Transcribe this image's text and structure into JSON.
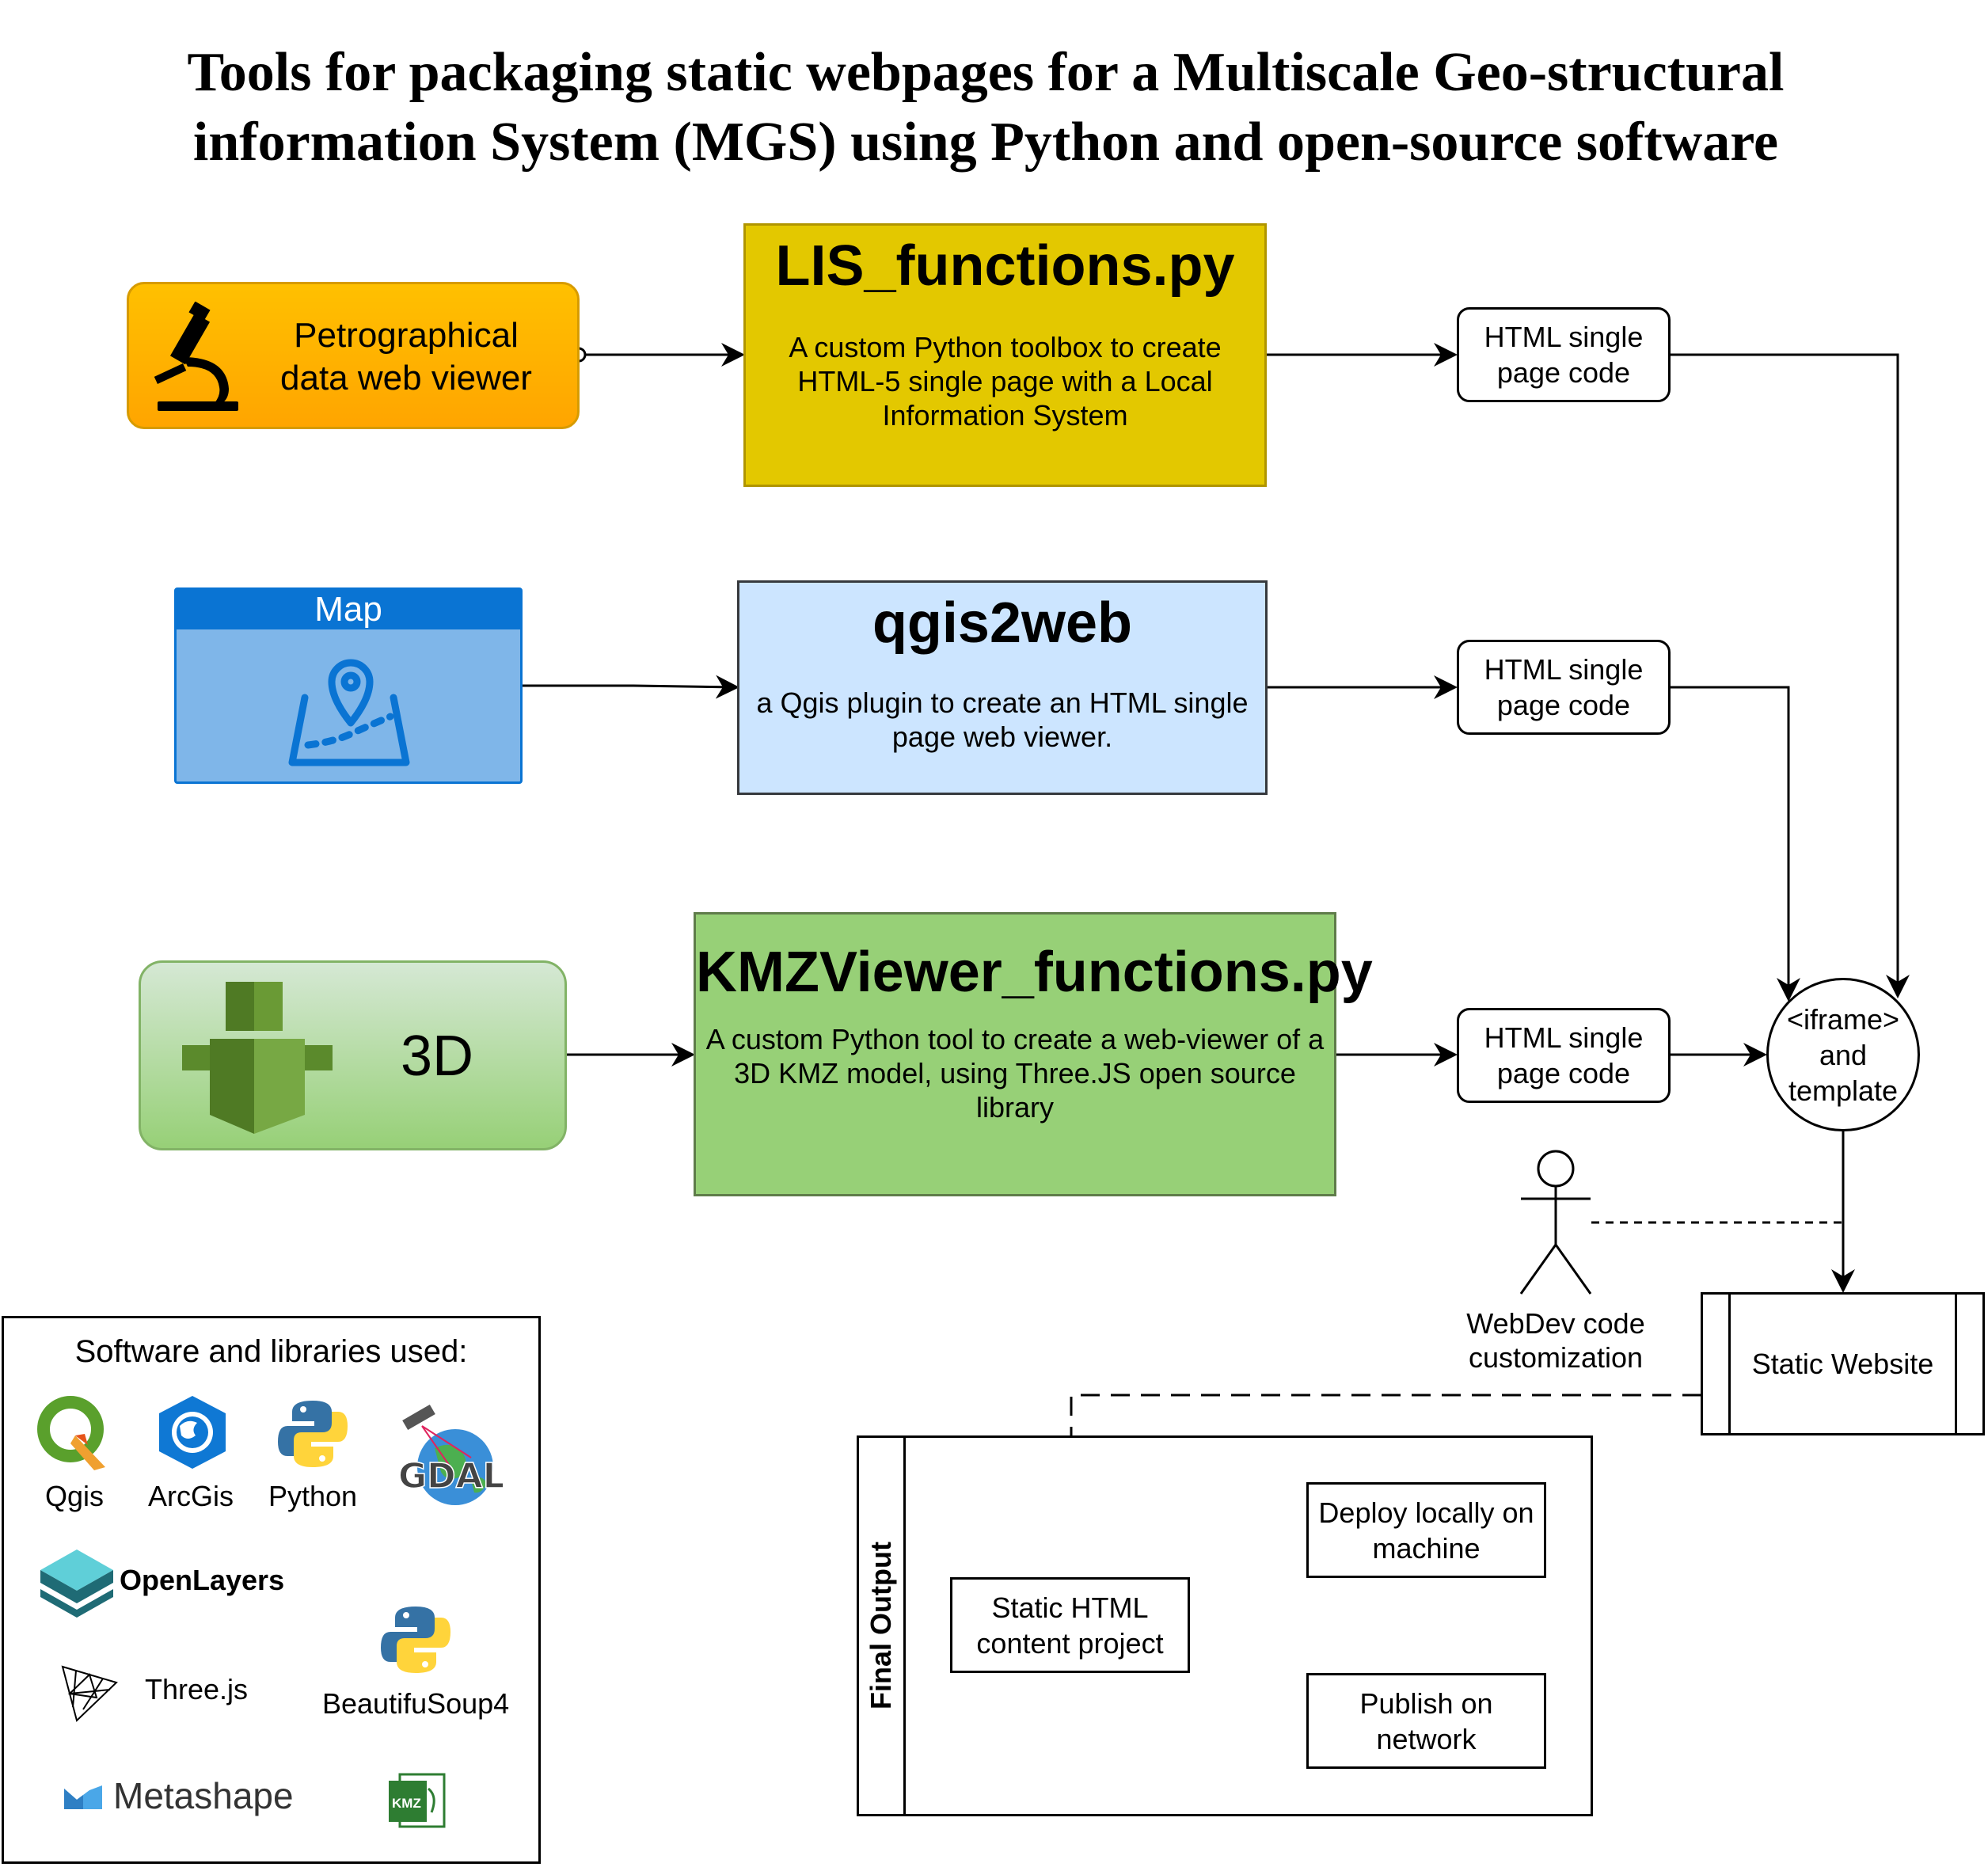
{
  "title": {
    "line1": "Tools for packaging static webpages for a Multiscale Geo-structural",
    "line2": "information System (MGS) using Python and open-source software"
  },
  "inputs": {
    "petro": {
      "line1": "Petrographical",
      "line2": "data web viewer",
      "icon": "microscope-icon"
    },
    "map": {
      "label": "Map",
      "icon": "map-pin-icon"
    },
    "three_d": {
      "label": "3D",
      "icon": "3d-cube-icon"
    }
  },
  "tools": {
    "lis": {
      "title": "LIS_functions.py",
      "desc": "A custom Python toolbox to create HTML-5 single page with a Local Information System"
    },
    "qgis2web": {
      "title": "qgis2web",
      "desc": "a Qgis plugin to create an HTML single page web viewer."
    },
    "kmz": {
      "title": "KMZViewer_functions.py",
      "desc": "A custom Python tool to create a web-viewer of a 3D KMZ model, using Three.JS open source library"
    }
  },
  "html_boxes": [
    {
      "line1": "HTML single",
      "line2": "page code"
    },
    {
      "line1": "HTML single",
      "line2": "page code"
    },
    {
      "line1": "HTML single",
      "line2": "page code"
    }
  ],
  "iframe": {
    "line1": "<iframe>",
    "line2": "and",
    "line3": "template"
  },
  "actor": {
    "line1": "WebDev code",
    "line2": "customization"
  },
  "static_website": "Static Website",
  "final_output": {
    "label": "Final Output",
    "project": {
      "line1": "Static HTML",
      "line2": "content project"
    },
    "deploy": {
      "line1": "Deploy locally on",
      "line2": "machine"
    },
    "publish": {
      "line1": "Publish on",
      "line2": "network"
    }
  },
  "software": {
    "heading": "Software and libraries used:",
    "qgis": "Qgis",
    "arcgis": "ArcGis",
    "python": "Python",
    "gdal": "GDAL",
    "openlayers": "OpenLayers",
    "threejs": "Three.js",
    "bs4": "BeautifuSoup4",
    "metashape": "Metashape",
    "kmz": "KMZ"
  },
  "colors": {
    "petro_top": "#ffc000",
    "petro_bottom": "#ffa500",
    "lis_fill": "#e3c800",
    "qgis2web_fill": "#cce5ff",
    "map_header": "#0a74d3",
    "map_fill": "#7fb6e9",
    "kmz_fill": "#97d077",
    "three_d_top": "#d5e8d4",
    "three_d_bottom": "#97d077"
  }
}
